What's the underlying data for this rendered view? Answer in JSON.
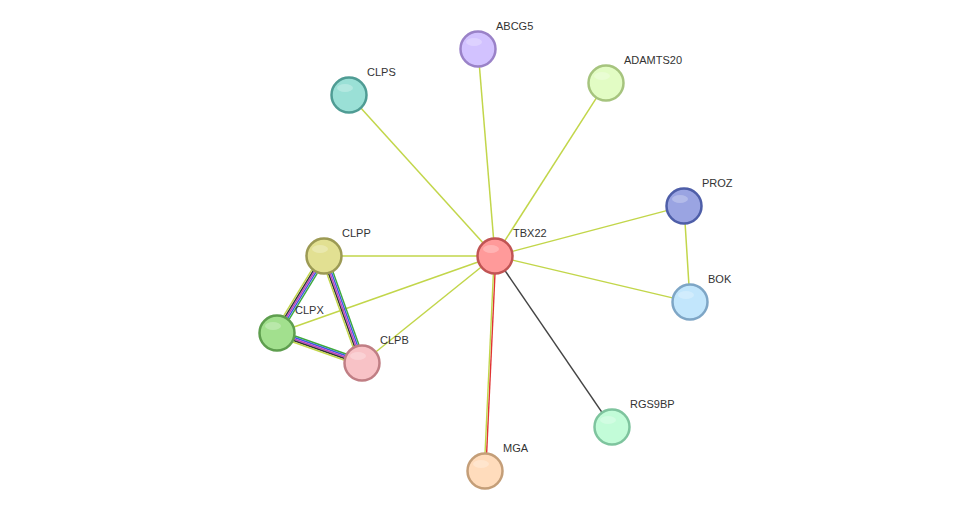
{
  "diagram": {
    "nodes": [
      {
        "text": [
          "ABCG5"
        ]
      },
      {
        "text": [
          "ADAMTS20"
        ]
      },
      {
        "text": [
          "CLPS"
        ]
      },
      {
        "text": [
          "PROZ"
        ]
      },
      {
        "text": [
          "TBX22"
        ]
      },
      {
        "text": [
          "CLPP"
        ]
      },
      {
        "text": [
          "BOK"
        ]
      },
      {
        "text": [
          "CLPX"
        ]
      },
      {
        "text": [
          "CLPB"
        ]
      },
      {
        "text": [
          "RGS9BP"
        ]
      },
      {
        "text": [
          "MGA"
        ]
      }
    ],
    "edges": [
      {
        "from": 4,
        "to": 0,
        "arrow": "none"
      },
      {
        "from": 4,
        "to": 1,
        "arrow": "none"
      },
      {
        "from": 4,
        "to": 2,
        "arrow": "none"
      },
      {
        "from": 4,
        "to": 3,
        "arrow": "none"
      },
      {
        "from": 4,
        "to": 5,
        "arrow": "none"
      },
      {
        "from": 4,
        "to": 6,
        "arrow": "none"
      },
      {
        "from": 4,
        "to": 7,
        "arrow": "none"
      },
      {
        "from": 4,
        "to": 8,
        "arrow": "none"
      },
      {
        "from": 4,
        "to": 9,
        "arrow": "none"
      },
      {
        "from": 4,
        "to": 10,
        "arrow": "none"
      },
      {
        "from": 3,
        "to": 6,
        "arrow": "none"
      },
      {
        "from": 5,
        "to": 7,
        "arrow": "none"
      },
      {
        "from": 5,
        "to": 8,
        "arrow": "none"
      },
      {
        "from": 7,
        "to": 8,
        "arrow": "none"
      }
    ]
  }
}
